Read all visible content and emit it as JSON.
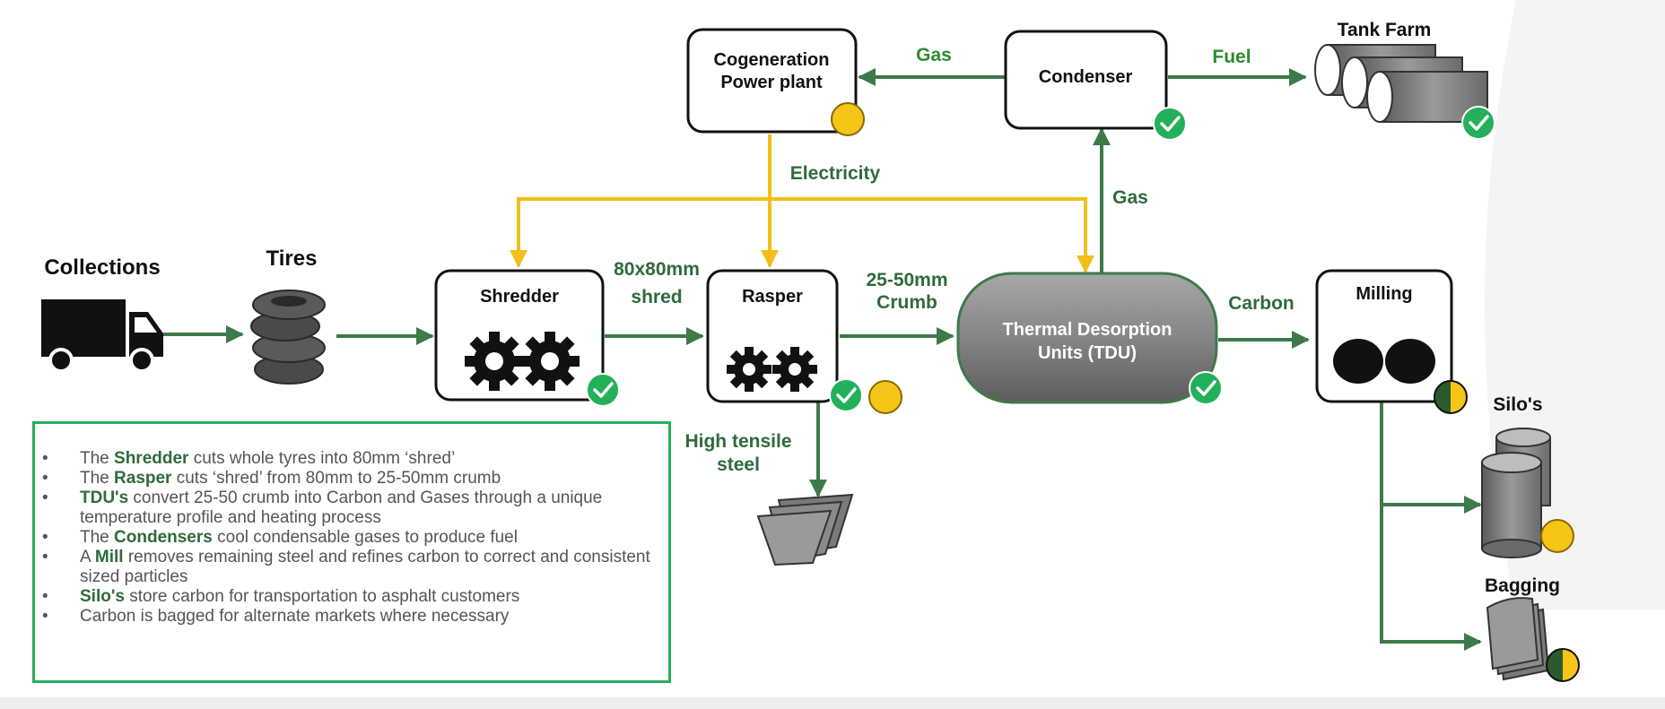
{
  "flow": {
    "collections": "Collections",
    "tires": "Tires",
    "shredder": "Shredder",
    "rasper": "Rasper",
    "tdu_line1": "Thermal Desorption",
    "tdu_line2": "Units (TDU)",
    "milling": "Milling",
    "cogeneration_line1": "Cogeneration",
    "cogeneration_line2": "Power plant",
    "condenser": "Condenser",
    "tank_farm": "Tank Farm",
    "silos": "Silo's",
    "bagging": "Bagging"
  },
  "edges": {
    "shred_line1": "80x80mm",
    "shred_line2": "shred",
    "crumb_line1": "25-50mm",
    "crumb_line2": "Crumb",
    "carbon": "Carbon",
    "gas_up": "Gas",
    "gas_left": "Gas",
    "fuel": "Fuel",
    "electricity": "Electricity",
    "steel_line1": "High tensile",
    "steel_line2": "steel"
  },
  "notes": [
    {
      "pre": "The ",
      "bold": "Shredder",
      "post": " cuts whole tyres into 80mm ‘shred’"
    },
    {
      "pre": "The ",
      "bold": "Rasper",
      "post": " cuts ‘shred’ from 80mm to 25-50mm crumb"
    },
    {
      "pre": "",
      "bold": "TDU's",
      "post": " convert 25-50 crumb into Carbon and Gases through a unique temperature profile and heating process"
    },
    {
      "pre": "The ",
      "bold": "Condensers",
      "post": " cool condensable gases to produce fuel"
    },
    {
      "pre": "A ",
      "bold": "Mill",
      "post": " removes remaining steel and refines carbon to correct and consistent sized particles"
    },
    {
      "pre": "",
      "bold": "Silo's",
      "post": " store carbon for transportation to asphalt customers"
    },
    {
      "pre": "",
      "bold": "",
      "post": "Carbon is bagged for alternate markets where necessary"
    }
  ],
  "colors": {
    "flow_green": "#3d7a4a",
    "power_yellow": "#f2bf1a",
    "check_green": "#22b05a",
    "pending_yellow": "#f5c518"
  },
  "icons": {
    "complete": "check-circle-icon",
    "pending": "yellow-circle-icon",
    "partial": "half-circle-icon"
  }
}
